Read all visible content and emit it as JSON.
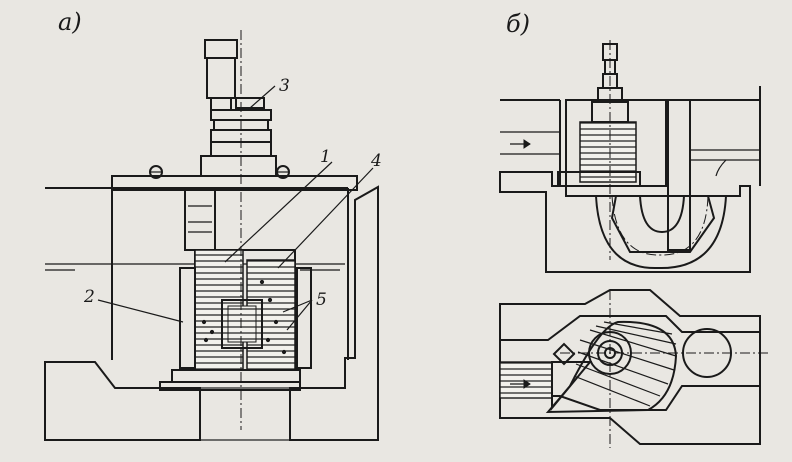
{
  "panel_a": {
    "label": "а)",
    "callouts": [
      "1",
      "2",
      "3",
      "4",
      "5"
    ]
  },
  "panel_b": {
    "label": "б)"
  }
}
